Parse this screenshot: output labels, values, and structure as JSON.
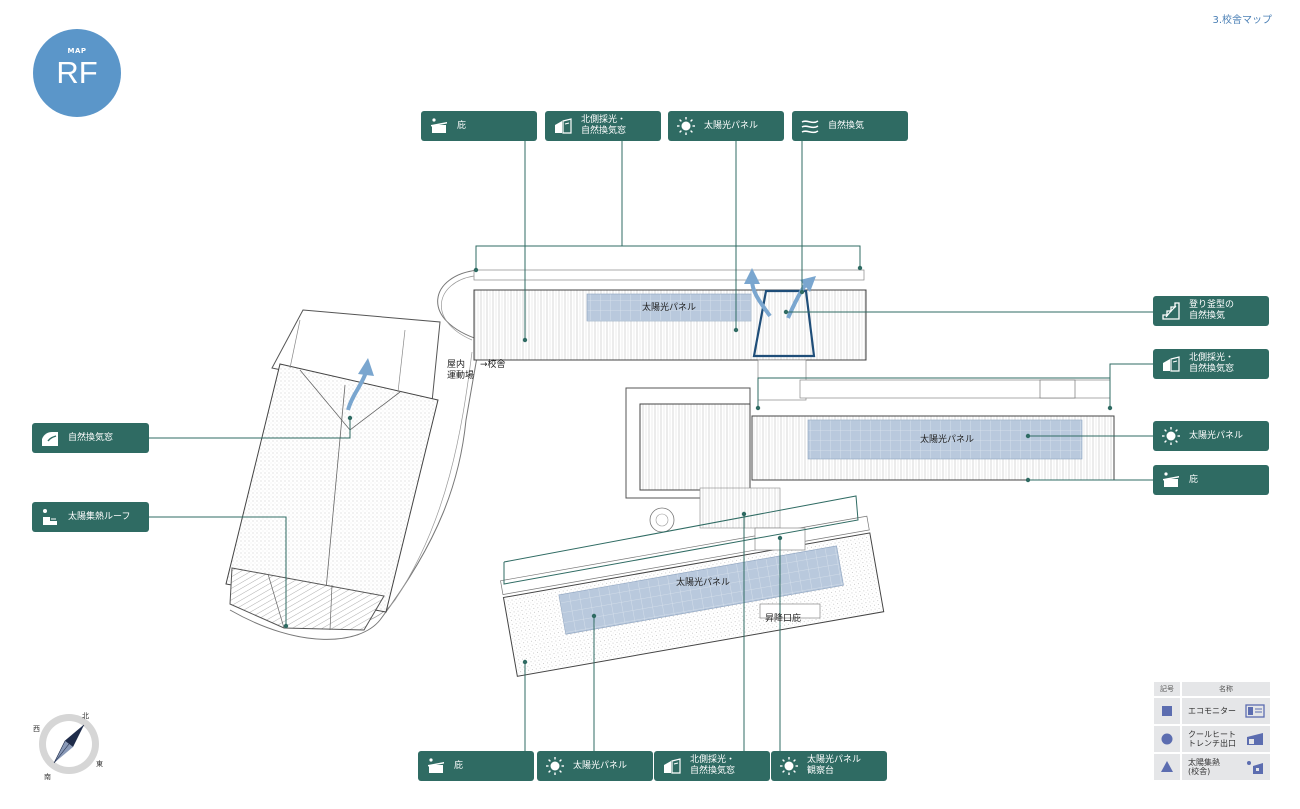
{
  "page": {
    "badge_small": "MAP",
    "badge_large": "RF",
    "section_label": "3.校舎マップ"
  },
  "colors": {
    "callout_bg": "#2f6b63",
    "badge": "#5b96c9",
    "panel_fill": "#b9c9dd",
    "leader": "#2f6b63",
    "frame": "#1f4e79"
  },
  "callouts": {
    "top": [
      {
        "icon": "eave-icon",
        "label": "庇"
      },
      {
        "icon": "north-window-icon",
        "label": "北側採光・\n自然換気窓"
      },
      {
        "icon": "sun-icon",
        "label": "太陽光パネル"
      },
      {
        "icon": "wind-icon",
        "label": "自然換気"
      }
    ],
    "right": [
      {
        "icon": "stepped-kiln-icon",
        "label": "登り釜型の\n自然換気"
      },
      {
        "icon": "north-window-icon",
        "label": "北側採光・\n自然換気窓"
      },
      {
        "icon": "sun-icon",
        "label": "太陽光パネル"
      },
      {
        "icon": "eave-icon",
        "label": "庇"
      }
    ],
    "left": [
      {
        "icon": "natural-vent-window-icon",
        "label": "自然換気窓"
      },
      {
        "icon": "solar-heat-roof-icon",
        "label": "太陽集熱ルーフ"
      }
    ],
    "bottom": [
      {
        "icon": "eave-icon",
        "label": "庇"
      },
      {
        "icon": "sun-icon",
        "label": "太陽光パネル"
      },
      {
        "icon": "north-window-icon",
        "label": "北側採光・\n自然換気窓"
      },
      {
        "icon": "sun-icon",
        "label": "太陽光パネル\n観察台"
      }
    ]
  },
  "plan_labels": {
    "panel_north": "太陽光パネル",
    "panel_middle": "太陽光パネル",
    "panel_south": "太陽光パネル",
    "gym": "屋内\n運動場",
    "arrow_school": "→校舎",
    "stair_eave": "昇降口庇"
  },
  "legend": {
    "header_symbol": "記号",
    "header_name": "名称",
    "rows": [
      {
        "symbol": "square",
        "name": "エコモニター"
      },
      {
        "symbol": "circle",
        "name": "クールヒート\nトレンチ出口"
      },
      {
        "symbol": "triangle",
        "name": "太陽集熱\n(校舎)"
      }
    ]
  },
  "compass": {
    "north": "北",
    "east": "東",
    "south": "南",
    "west": "西"
  }
}
